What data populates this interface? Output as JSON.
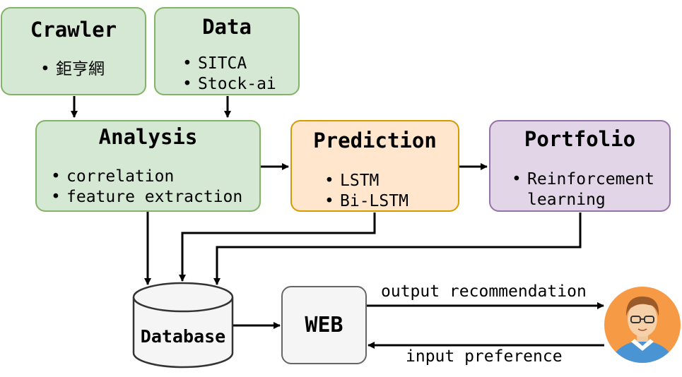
{
  "nodes": {
    "crawler": {
      "title": "Crawler",
      "items": [
        "鉅亨網"
      ]
    },
    "data": {
      "title": "Data",
      "items": [
        "SITCA",
        "Stock-ai"
      ]
    },
    "analysis": {
      "title": "Analysis",
      "items": [
        "correlation",
        "feature extraction"
      ]
    },
    "prediction": {
      "title": "Prediction",
      "items": [
        "LSTM",
        "Bi-LSTM"
      ]
    },
    "portfolio": {
      "title": "Portfolio",
      "items": [
        "Reinforcement",
        "learning"
      ]
    },
    "database": {
      "title": "Database"
    },
    "web": {
      "title": "WEB"
    }
  },
  "edges": {
    "output_label": "output recommendation",
    "input_label": "input preference"
  },
  "user": {
    "icon": "user-avatar-icon"
  },
  "colors": {
    "green_fill": "#d5e8d4",
    "green_stroke": "#82b366",
    "orange_fill": "#ffe6cc",
    "orange_stroke": "#d79b00",
    "purple_fill": "#e1d5e7",
    "purple_stroke": "#9673a6",
    "gray_fill": "#f5f5f5",
    "gray_stroke": "#666666",
    "avatar_bg": "#f79a45"
  }
}
